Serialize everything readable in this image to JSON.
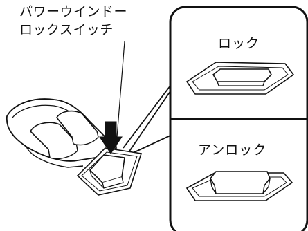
{
  "callout": {
    "line1": "パワーウインドー",
    "line2": "ロックスイッチ"
  },
  "panel_lock": {
    "label": "ロック"
  },
  "panel_unlock": {
    "label": "アンロック"
  },
  "colors": {
    "line": "#111111",
    "fill": "#ffffff",
    "arrow": "#111111"
  },
  "icons": [
    "down-arrow-icon"
  ]
}
